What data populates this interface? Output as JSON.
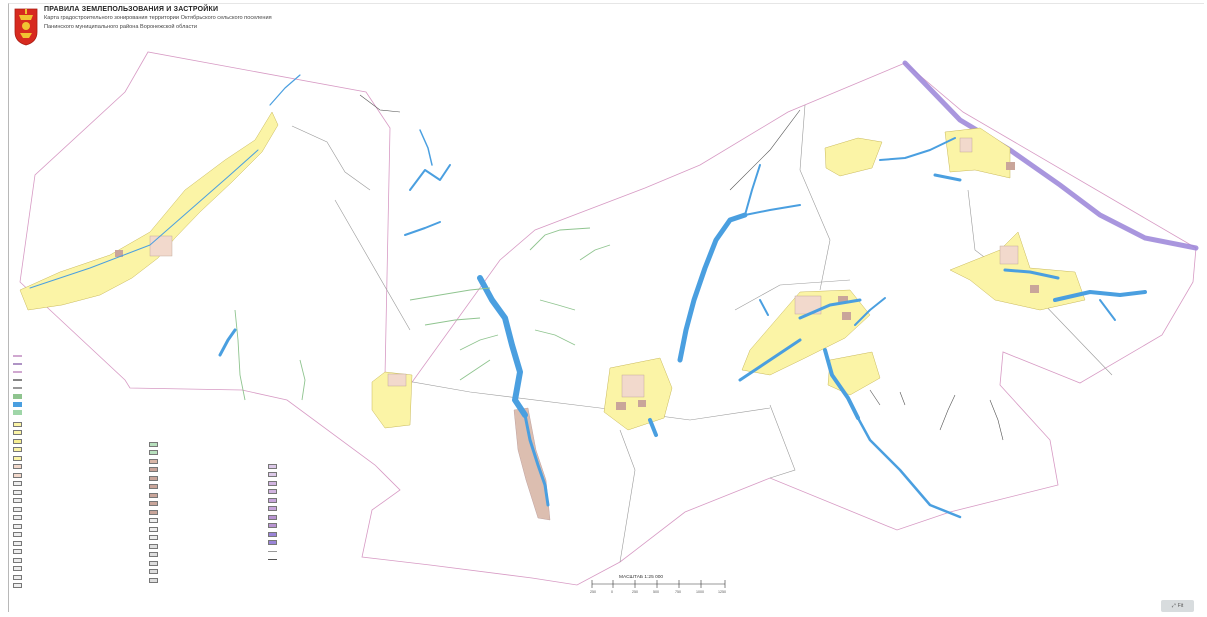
{
  "header": {
    "title": "ПРАВИЛА ЗЕМЛЕПОЛЬЗОВАНИЯ И ЗАСТРОЙКИ",
    "subtitle_line1": "Карта градостроительного зонирования территории Октябрьского сельского поселения",
    "subtitle_line2": "Панинского муниципального района Воронежской области"
  },
  "map": {
    "colors": {
      "water": "#4a9fe0",
      "residential": "#fbf4a6",
      "public_business": "#f2d9cc",
      "settlement_core": "#c9a59a",
      "stream_green": "#8fc48f",
      "road_purple": "#9a84d8",
      "boundary_pink": "#d79ac4",
      "admin_gray": "#9a9a9a"
    }
  },
  "scale": {
    "title": "МАСШТАБ 1:25 000",
    "labels": [
      "250",
      "0",
      "250",
      "500",
      "750",
      "1000",
      "1250"
    ]
  },
  "viewer": {
    "zoom_label": "Fit"
  }
}
